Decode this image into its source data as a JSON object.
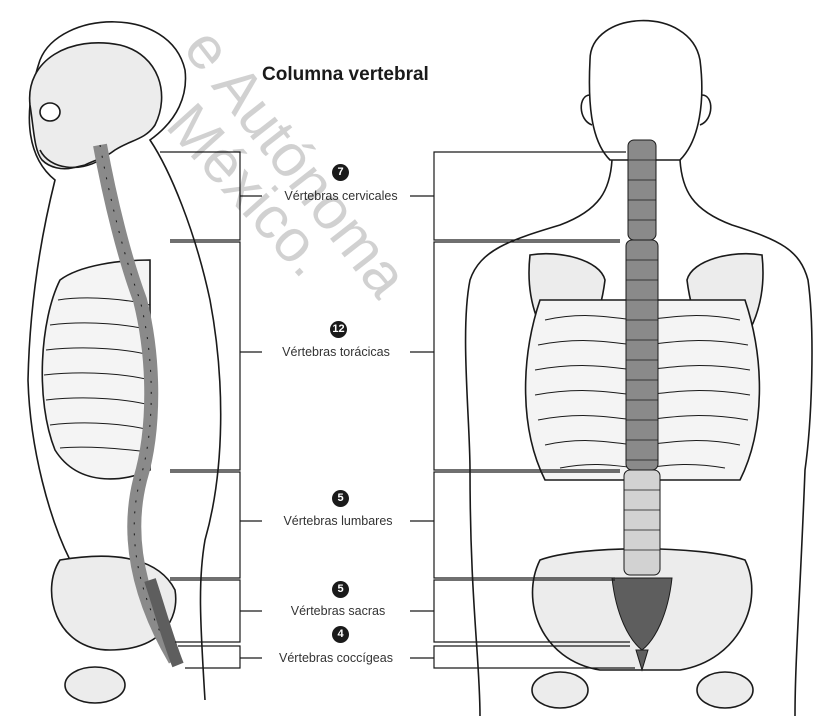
{
  "title": "Columna vertebral",
  "sections": [
    {
      "count": "7",
      "label": "Vértebras cervicales"
    },
    {
      "count": "12",
      "label": "Vértebras torácicas"
    },
    {
      "count": "5",
      "label": "Vértebras lumbares"
    },
    {
      "count": "5",
      "label": "Vértebras sacras"
    },
    {
      "count": "4",
      "label": "Vértebras coccígeas"
    }
  ],
  "watermark": {
    "line1": "e Autónoma",
    "line2": "México."
  },
  "colors": {
    "line": "#1a1a1a",
    "bone": "#ececec",
    "spine_dark": "#8a8a8a",
    "spine_light": "#bdbdbd"
  }
}
